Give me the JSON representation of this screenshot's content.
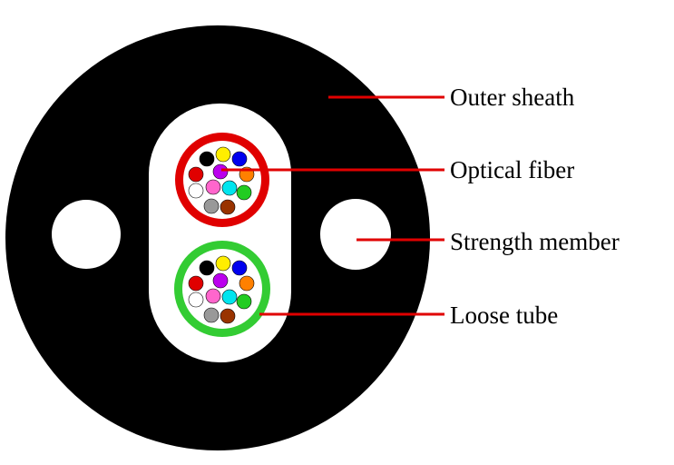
{
  "labels": {
    "outer_sheath": "Outer sheath",
    "optical_fiber": "Optical fiber",
    "strength_member": "Strength member",
    "loose_tube": "Loose tube"
  },
  "colors": {
    "sheath": "#000000",
    "background": "#ffffff",
    "leader_line": "#e00000",
    "tube_top": "#e00000",
    "tube_bottom": "#33cc33"
  },
  "fiber_colors": [
    "#000000",
    "#ffee00",
    "#0000ee",
    "#e00000",
    "#bb00ee",
    "#ff8000",
    "#ffffff",
    "#ff66cc",
    "#00e5ee",
    "#22cc22",
    "#999999",
    "#993300"
  ]
}
